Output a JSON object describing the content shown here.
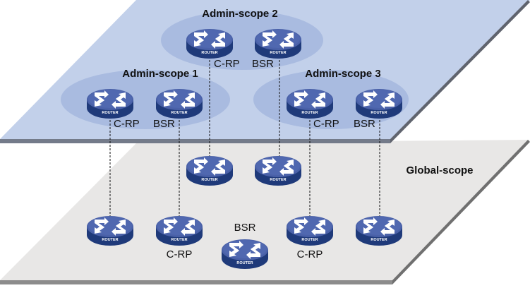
{
  "diagram": {
    "planes": [
      {
        "id": "admin-plane",
        "fill": "#c2d0ea",
        "edge": "#747b8a"
      },
      {
        "id": "global-plane",
        "label": "Global-scope",
        "fill": "#e8e7e6",
        "edge": "#8c8c8c"
      }
    ],
    "admin_scopes": [
      {
        "id": "admin-scope-1",
        "label": "Admin-scope 1"
      },
      {
        "id": "admin-scope-2",
        "label": "Admin-scope 2"
      },
      {
        "id": "admin-scope-3",
        "label": "Admin-scope 3"
      }
    ],
    "router_text": "ROUTER",
    "routers": [
      {
        "id": "as2-crp",
        "scope": "admin-scope-2",
        "role": "C-RP"
      },
      {
        "id": "as2-bsr",
        "scope": "admin-scope-2",
        "role": "BSR"
      },
      {
        "id": "as1-crp",
        "scope": "admin-scope-1",
        "role": "C-RP"
      },
      {
        "id": "as1-bsr",
        "scope": "admin-scope-1",
        "role": "BSR"
      },
      {
        "id": "as3-crp",
        "scope": "admin-scope-3",
        "role": "C-RP"
      },
      {
        "id": "as3-bsr",
        "scope": "admin-scope-3",
        "role": "BSR"
      },
      {
        "id": "g-mid-1",
        "scope": "global",
        "role": ""
      },
      {
        "id": "g-mid-2",
        "scope": "global",
        "role": ""
      },
      {
        "id": "g-bot-1",
        "scope": "global",
        "role": ""
      },
      {
        "id": "g-bot-2",
        "scope": "global",
        "role": "C-RP"
      },
      {
        "id": "g-bsr",
        "scope": "global",
        "role": "BSR"
      },
      {
        "id": "g-bot-3",
        "scope": "global",
        "role": "C-RP"
      },
      {
        "id": "g-bot-4",
        "scope": "global",
        "role": ""
      }
    ],
    "links": [
      {
        "from": "as1-crp",
        "to": "g-bot-1",
        "style": "dashed"
      },
      {
        "from": "as1-bsr",
        "to": "g-bot-2",
        "style": "dashed"
      },
      {
        "from": "as2-crp",
        "to": "g-mid-1",
        "style": "dashed"
      },
      {
        "from": "as2-bsr",
        "to": "g-mid-2",
        "style": "dashed"
      },
      {
        "from": "as3-crp",
        "to": "g-bot-3",
        "style": "dashed"
      },
      {
        "from": "as3-bsr",
        "to": "g-bot-4",
        "style": "dashed"
      }
    ],
    "colors": {
      "router_top": "#4a61a8",
      "router_side": "#1f3a7a",
      "scope_ellipse": "#a9bbe0",
      "link": "#111111"
    }
  }
}
